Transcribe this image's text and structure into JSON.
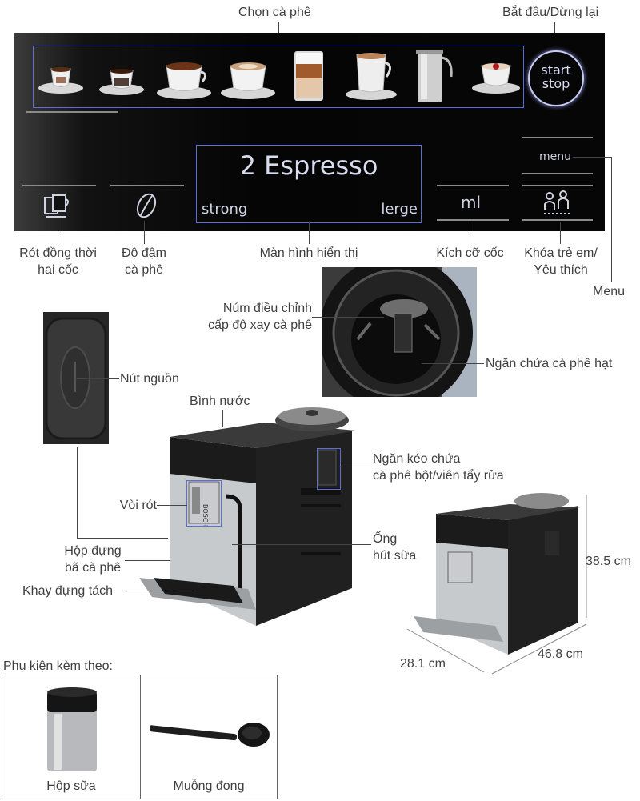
{
  "panel": {
    "labels": {
      "select_coffee": "Chọn cà phê",
      "start_stop": "Bắt đầu/Dừng lại",
      "dual_pour": "Rót đồng thời\nhai cốc",
      "strength": "Độ đậm\ncà phê",
      "display": "Màn hình hiển thị",
      "cup_size": "Kích cỡ cốc",
      "child_lock": "Khóa trẻ em/\nYêu thích",
      "menu": "Menu"
    },
    "button_text": {
      "start": "start",
      "stop": "stop",
      "menu": "menu",
      "ml": "ml"
    },
    "display": {
      "main": "2 Espresso",
      "left": "strong",
      "right": "lerge"
    },
    "drink_icons": [
      "ristretto-cup-icon",
      "espresso-cup-icon",
      "coffee-cup-icon",
      "cappuccino-cup-icon",
      "latte-glass-icon",
      "milk-coffee-cup-icon",
      "milk-jug-icon",
      "espresso-macchiato-cup-icon"
    ]
  },
  "machine": {
    "labels": {
      "grinder_knob": "Núm điều chỉnh\ncấp độ xay cà phê",
      "bean_container": "Ngăn chứa cà phê hạt",
      "power_button": "Nút nguồn",
      "water_tank": "Bình nước",
      "powder_drawer": "Ngăn kéo chứa\ncà phê bột/viên tẩy rửa",
      "spout": "Vòi rót",
      "milk_tube": "Ống\nhút sữa",
      "grounds_container": "Hộp đựng\nbã cà phê",
      "drip_tray": "Khay đựng tách"
    },
    "brand": "BOSCH"
  },
  "dimensions": {
    "height": "38.5 cm",
    "width": "28.1 cm",
    "depth": "46.8 cm"
  },
  "accessories": {
    "title": "Phụ kiện kèm theo:",
    "items": [
      {
        "label": "Hộp sữa",
        "icon": "milk-container-icon"
      },
      {
        "label": "Muỗng đong",
        "icon": "measuring-spoon-icon"
      }
    ]
  },
  "colors": {
    "panel_bg": "#050505",
    "highlight_box": "#5b6fd8",
    "machine_body": "#2b2b2b",
    "steel": "#c8ccd0"
  }
}
